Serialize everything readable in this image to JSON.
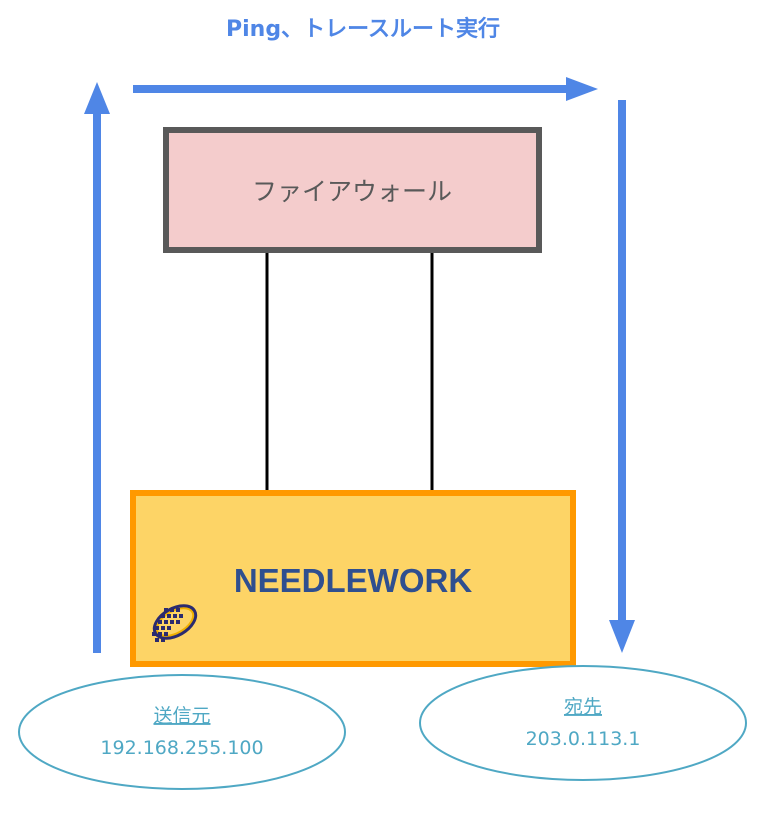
{
  "title": "Ping、トレースルート実行",
  "firewall": {
    "label": "ファイアウォール"
  },
  "needlework": {
    "label": "NEEDLEWORK",
    "logo_icon": "needlework-logo-icon"
  },
  "source": {
    "label": "送信元",
    "address": "192.168.255.100"
  },
  "destination": {
    "label": "宛先",
    "address": "203.0.113.1"
  },
  "colors": {
    "arrow": "#4f86e6",
    "title": "#4f86e6",
    "firewall_fill": "#f4cccc",
    "firewall_border": "#595959",
    "firewall_text": "#595959",
    "needlework_fill": "#fdd466",
    "needlework_border": "#ff9900",
    "needlework_text": "#2f4f8f",
    "endpoint_border": "#4fa8c4",
    "endpoint_text": "#4fa8c4",
    "link_line": "#000000"
  }
}
